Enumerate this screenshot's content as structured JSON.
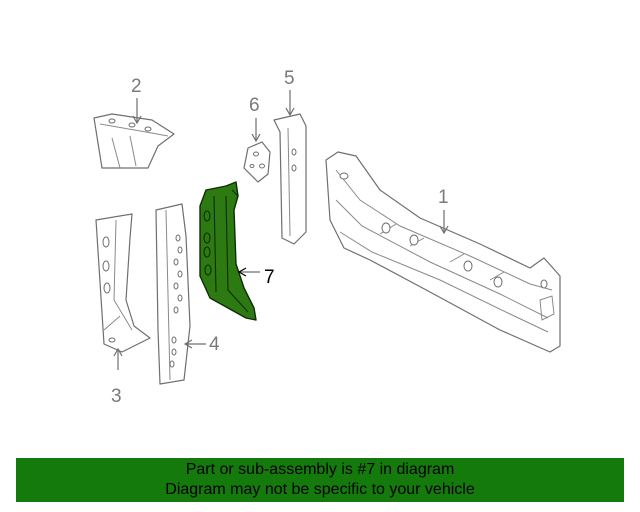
{
  "callouts": {
    "c1": "1",
    "c2": "2",
    "c3": "3",
    "c4": "4",
    "c5": "5",
    "c6": "6",
    "c7": "7"
  },
  "banner": {
    "line1": "Part or sub-assembly is #7 in diagram",
    "line2": "Diagram may not be specific to your vehicle"
  },
  "colors": {
    "highlight_part": "#2e7a12",
    "banner_background": "#157a0c",
    "line_art": "#6f6f6f"
  }
}
